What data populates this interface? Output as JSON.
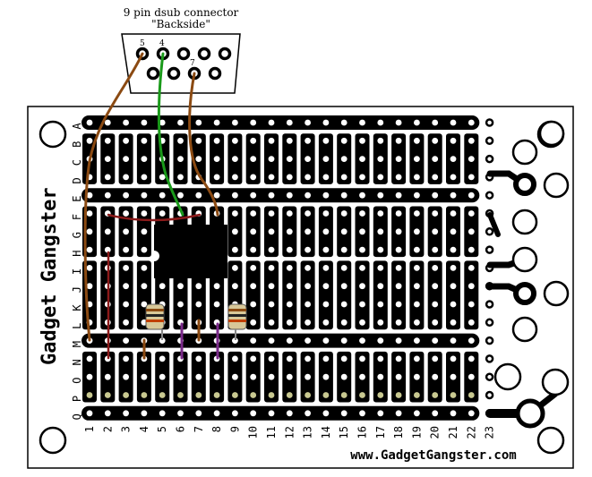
{
  "connector": {
    "title": "9 pin dsub connector",
    "subtitle": "\"Backside\"",
    "pin_labels": [
      "5",
      "4",
      "7"
    ]
  },
  "board": {
    "brand": "Gadget Gangster",
    "url": "www.GadgetGangster.com",
    "row_labels": [
      "A",
      "B",
      "C",
      "D",
      "E",
      "F",
      "G",
      "H",
      "I",
      "J",
      "K",
      "L",
      "M",
      "N",
      "O",
      "P",
      "Q"
    ],
    "column_numbers": [
      "1",
      "2",
      "3",
      "4",
      "5",
      "6",
      "7",
      "8",
      "9",
      "10",
      "11",
      "12",
      "13",
      "14",
      "15",
      "16",
      "17",
      "18",
      "19",
      "20",
      "21",
      "22",
      "23"
    ]
  },
  "colors": {
    "board": "#000000",
    "pad": "#ffffff",
    "pad_highlight": "#c8c890",
    "wire_brown": "#8b4a12",
    "wire_green": "#1a9a1a",
    "wire_red": "#8b1a1a",
    "wire_purple": "#7a2a8a",
    "resistor_body": "#d8c898"
  }
}
